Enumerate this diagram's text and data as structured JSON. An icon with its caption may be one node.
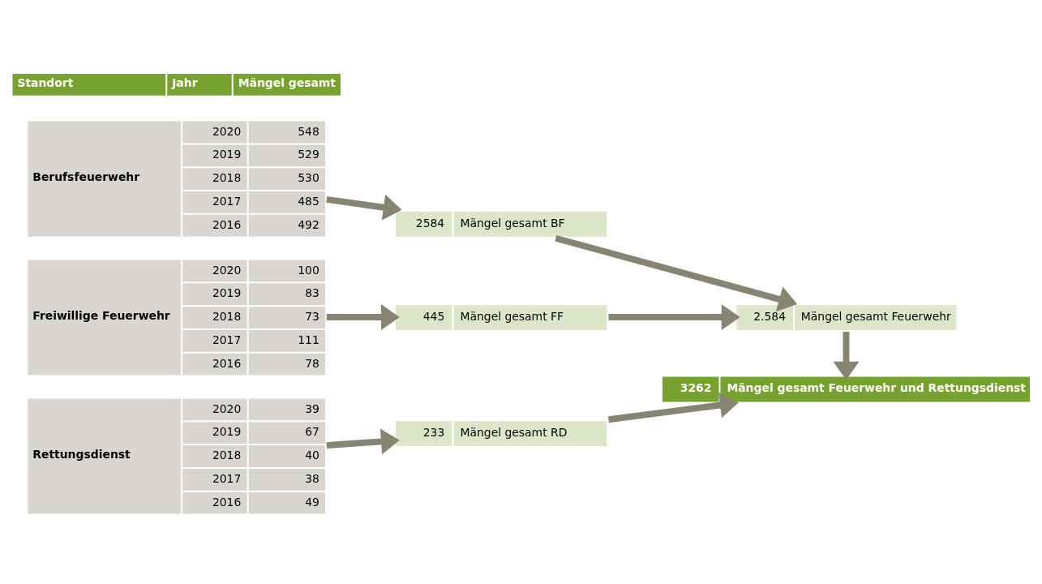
{
  "diagram": {
    "nodes": [
      {
        "text": [
          "Berufsfeuerwehr",
          "2020",
          "548",
          "2019",
          "529",
          "2018",
          "530",
          "2017",
          "485",
          "2016",
          "492"
        ]
      },
      {
        "text": [
          "Freiwillige Feuerwehr",
          "2020",
          "100",
          "2019",
          "83",
          "2018",
          "73",
          "2017",
          "111",
          "2016",
          "78"
        ]
      },
      {
        "text": [
          "Rettungsdienst",
          "2020",
          "39",
          "2019",
          "67",
          "2018",
          "40",
          "2017",
          "38",
          "2016",
          "49"
        ]
      },
      {
        "text": [
          "2584",
          "Mängel gesamt BF"
        ]
      },
      {
        "text": [
          "445",
          "Mängel gesamt FF"
        ]
      },
      {
        "text": [
          "233",
          "Mängel gesamt RD"
        ]
      },
      {
        "text": [
          "2.584",
          "Mängel gesamt Feuerwehr"
        ]
      },
      {
        "text": [
          "3262",
          "Mängel gesamt Feuerwehr und Rettungsdienst"
        ]
      }
    ],
    "edges": [
      {
        "from": 0,
        "to": 3,
        "arrow": "to"
      },
      {
        "from": 1,
        "to": 4,
        "arrow": "to"
      },
      {
        "from": 2,
        "to": 5,
        "arrow": "to"
      },
      {
        "from": 3,
        "to": 6,
        "arrow": "to"
      },
      {
        "from": 4,
        "to": 6,
        "arrow": "to"
      },
      {
        "from": 6,
        "to": 7,
        "arrow": "to"
      },
      {
        "from": 5,
        "to": 7,
        "arrow": "to"
      }
    ],
    "labels": [
      "Standort",
      "Jahr",
      "Mängel gesamt"
    ]
  }
}
